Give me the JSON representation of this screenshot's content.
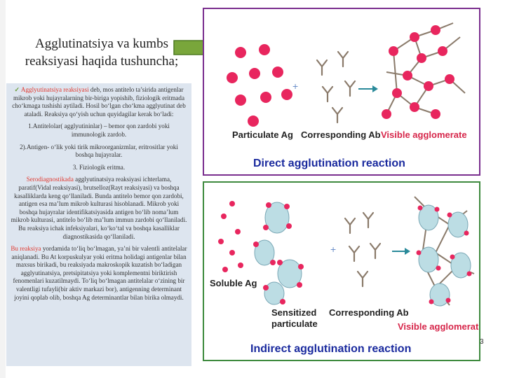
{
  "slide": {
    "title": "Agglutinatsiya va kumbs reaksiyasi haqida tushuncha;",
    "page_number": "3"
  },
  "text_panel": {
    "p1_highlight": "Agglyutinatsiya reaksiyasi",
    "p1_rest": " deb, mos antitelo ta’sirida antigenlar mikrob yoki hujayralarning bir-biriga yopishib, fiziologik eritmada cho‘kmaga tushishi aytiladi. Hosil bo‘lgan cho‘kma agglyutinat deb ataladi. Reaksiya qo‘yish uchun quyidagilar kerak bo‘ladi:",
    "item1": "1.Antitelolar( agglyutininlar) – bemor qon zardobi yoki immunologik zardob.",
    "item2": "2).Antigen- o‘lik yoki tirik mikroorganizmlar, eritrositlar yoki boshqa hujayralar.",
    "item3": "3. Fiziologik eritma.",
    "p2_highlight": "Serodiagnostikada",
    "p2_rest": " agglyutinatsiya reaksiyasi ichterlama, paratif(Vidal reaksiyasi), brutsellоz(Rayt reaksiyasi) va boshqa kasalliklarda keng qo‘llaniladi. Bunda antitelo bemor qon zardobi, antigen esa ma’lum mikrob kulturasi hisoblanadi. Mikrob yoki boshqa hujayralar identifikatsiyasida antigen bo‘lib noma’lum mikrob kulturasi, antitelo bo‘lib ma’lum immun zardobi qo‘llaniladi. Bu reaksiya ichak infeksiyalari, ko‘ko‘tal va boshqa kasalliklar diagnostikasida qo‘llaniladi.",
    "p3_highlight": "Bu reaksiya",
    "p3_rest": " yordamida to‘liq bo‘lmagan, ya’ni bir valentli antitelalar aniqlanadi. Bu At korpuskulyar yoki eritma holidagi antigenlar bilan maxsus birikadi, bu reaksiyada makroskopik kuzatish bo‘ladigan agglyutinatsiya, pretsipitatsiya yoki komplementni biriktirish fenomenlari kuzatilmaydi. To‘liq bo‘lmagan antitelalar o‘zining bir valentligi tufayli(bir aktiv markazi bor), antigenning determinant joyini qoplab olib, boshqa Ag determinantlar bilan birika olmaydi."
  },
  "figure_direct": {
    "label_ag": "Particulate Ag",
    "label_ab": "Corresponding Ab",
    "label_result": "Visible agglomerate",
    "caption": "Direct agglutination reaction"
  },
  "figure_indirect": {
    "label_soluble": "Soluble Ag",
    "label_sensitized": "Sensitized particulate",
    "label_ab": "Corresponding Ab",
    "label_result": "Visible agglomerate",
    "caption": "Indirect agglutination reaction"
  },
  "colors": {
    "antigen": "#e8265e",
    "antibody": "#8a7a6a",
    "particle": "#bcdde4",
    "caption_blue": "#1a2a9e",
    "result_red": "#d6264a",
    "arrow_green": "#6aa033",
    "frame_top": "#7a2e8e",
    "frame_bottom": "#3e8a3e"
  }
}
